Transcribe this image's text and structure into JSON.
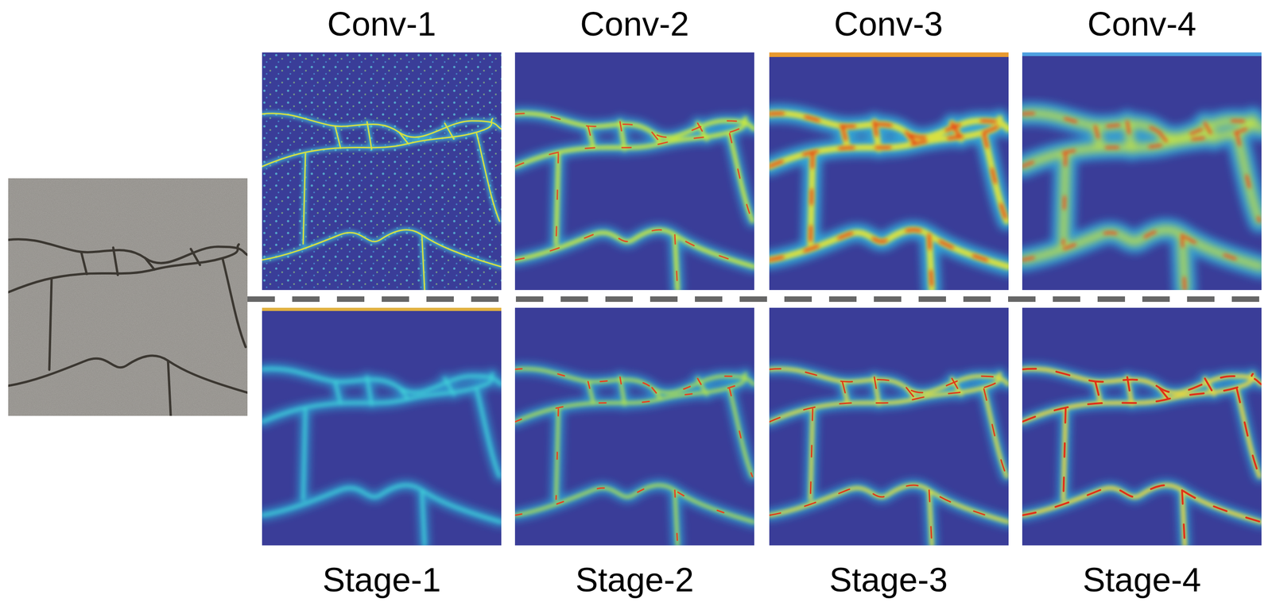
{
  "diagram": {
    "labels": [
      "Conv-1",
      "Conv-2",
      "Conv-3",
      "Conv-4",
      "Stage-1",
      "Stage-2",
      "Stage-3",
      "Stage-4"
    ]
  }
}
